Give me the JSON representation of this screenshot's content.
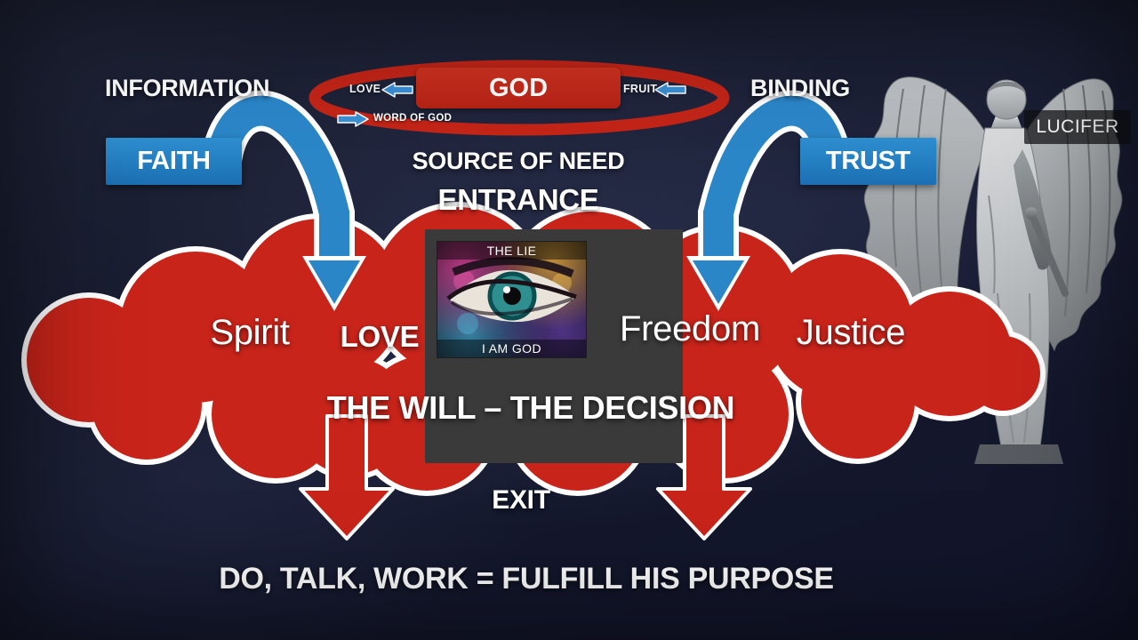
{
  "colors": {
    "background": "#171b2e",
    "red": "#c9241a",
    "blue": "#2b86c8",
    "panel_gray": "#3a3a3a",
    "white": "#ffffff"
  },
  "god_cycle": {
    "god": "GOD",
    "love": "LOVE",
    "fruit": "FRUIT",
    "word_of_god": "WORD OF GOD"
  },
  "left_column": {
    "information": "INFORMATION",
    "faith": "FAITH"
  },
  "right_column": {
    "binding": "BINDING",
    "trust": "TRUST"
  },
  "statue": {
    "label": "LUCIFER"
  },
  "center": {
    "source_of_need": "SOURCE OF NEED",
    "entrance": "ENTRANCE",
    "lie_panel": {
      "top": "THE LIE",
      "bottom": "I AM GOD"
    },
    "cloud_words": {
      "spirit": "Spirit",
      "love": "LOVE",
      "freedom": "Freedom",
      "justice": "Justice"
    },
    "will": "THE WILL – THE DECISION",
    "exit": "EXIT"
  },
  "bottom": {
    "statement": "DO, TALK, WORK = FULFILL HIS PURPOSE"
  },
  "icons": {
    "flow": [
      "faith-arc-arrow",
      "trust-arc-arrow",
      "exit-arrow-left",
      "exit-arrow-right"
    ],
    "ring": [
      "love-arrow-icon",
      "fruit-arrow-icon",
      "word-of-god-arrow-icon"
    ],
    "image": [
      "eye-image",
      "lucifer-statue"
    ]
  }
}
